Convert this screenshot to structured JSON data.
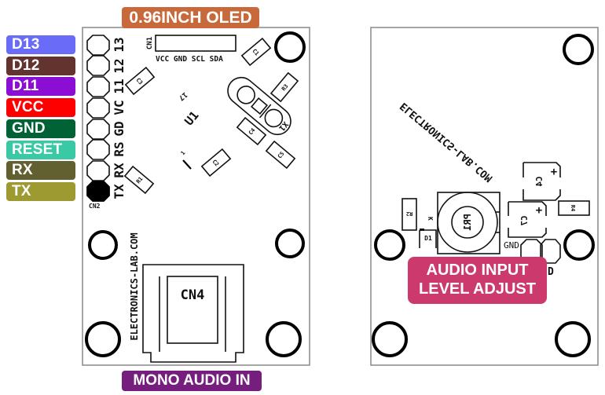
{
  "pin_labels": [
    {
      "label": "D13",
      "color": "#6a6cf7"
    },
    {
      "label": "D12",
      "color": "#63342f"
    },
    {
      "label": "D11",
      "color": "#8c0ed4"
    },
    {
      "label": "VCC",
      "color": "#fe0000"
    },
    {
      "label": "GND",
      "color": "#016236"
    },
    {
      "label": "RESET",
      "color": "#39c9a4"
    },
    {
      "label": "RX",
      "color": "#625f30"
    },
    {
      "label": "TX",
      "color": "#9d9a32"
    }
  ],
  "callouts": {
    "oled": {
      "label": "0.96INCH OLED",
      "color": "#c8693b"
    },
    "audio_in": {
      "label": "MONO AUDIO IN",
      "color": "#761e7e"
    },
    "level_adjust": {
      "line1": "AUDIO INPUT",
      "line2": "LEVEL ADJUST",
      "color": "#cc3a6d"
    }
  },
  "front_board": {
    "header_pins": [
      "13",
      "12",
      "11",
      "VC",
      "GD",
      "RS",
      "RX",
      "TX"
    ],
    "header_ref": "CN2",
    "oled_ref": "CN1",
    "oled_pins": "VCC GND SCL SDA",
    "chip_ref": "U1",
    "chip_mark": "17",
    "pin1_mark": "1",
    "components": [
      "C1",
      "C2",
      "C3",
      "C4",
      "C5",
      "R1",
      "R3",
      "X1"
    ],
    "audio_jack": "CN4",
    "website": "ELECTRONICS-LAB.COM"
  },
  "back_board": {
    "website": "ELECTRONICS-LAB.COM",
    "components": [
      "C4",
      "C7",
      "R2",
      "R4",
      "D1",
      "PR1"
    ],
    "diode_mark": "K",
    "partial_labels": [
      "GND",
      "D"
    ]
  }
}
